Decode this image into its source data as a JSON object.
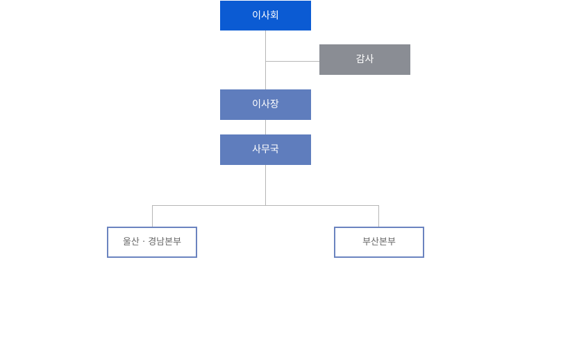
{
  "org_chart": {
    "board": {
      "label": "이사회",
      "color": "#0b5bd3"
    },
    "auditor": {
      "label": "감사",
      "color": "#8a8d94"
    },
    "chairman": {
      "label": "이사장",
      "color": "#5f7dbd"
    },
    "secretariat": {
      "label": "사무국",
      "color": "#5f7dbd"
    },
    "branches": [
      {
        "label": "울산 · 경남본부",
        "border_color": "#6a83bf"
      },
      {
        "label": "부산본부",
        "border_color": "#6a83bf"
      }
    ],
    "connector_color": "#b5b5b5"
  }
}
